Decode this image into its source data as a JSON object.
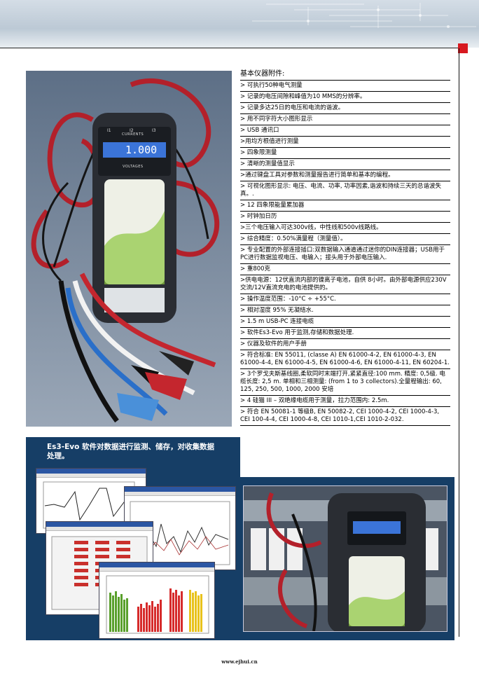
{
  "spec_title": "基本仪器附件:",
  "spec_items": [
    "> 可执行50种电气测量",
    "> 记录的电压间隙和峰值为10 MMS的分辨率。",
    "> 记录多达25日的电压和电流的谐波。",
    "> 用不同字符大小图形显示",
    "> USB 通讯口",
    ">用均方根值进行测量",
    "> 四象限测量",
    "> 清晰的测量值显示",
    ">通过键盘工具对参数和测量报告进行简单和基本的编程。",
    "> 可视化图形显示: 电压、电流、功率, 功率因素,谐波和持续三天的总谐波失真。.",
    "> 12 四象限能量累加器",
    "> 时钟加日历",
    ">三个电压输入可达300v线，中性线和500v线路线。",
    "> 综合精度：0.50%满量程（测量值）。",
    "> 专业配置的外部连接插口:双数据输入通道通过迷你的DIN连接器；USB用于PC进行数据监视电压、电输入；接头用于外部电压输入.",
    "> 重800克",
    ">供电电源：12伏直流内部的镍离子电池，自供 8小时。由外部电源供应230V交流/12V直流充电的电池提供的。",
    "> 操作温度范围：-10°C ÷ +55°C.",
    "> 相对湿度 95% 无凝结水.",
    "> 1.5 m USB-PC 连接电缆",
    "> 软件Es3-Evo 用于监测,存储和数据处理.",
    "> 仪器及软件的用户手册",
    "> 符合标准: EN 55011, (classe A) EN 61000-4-2, EN 61000-4-3, EN 61000-4-4, EN 61000-4-5, EN 61000-4-6, EN 61000-4-11, EN 60204-1.",
    "> 3个罗戈夫斯基线圈,柔软同时末端打开,紧紧直径:100 mm. 精度: 0,5级. 电缆长度: 2,5 m. 单相和三相测量: (from 1 to 3 collectors).全量程输出: 60, 125, 250, 500, 1000, 2000 安培",
    "> 4 硅猫 III – 双绝缘电缆用于测量，拉力范围内: 2.5m.",
    "> 符合 EN 50081-1 等级B, EN 50082-2, CEI 1000-4-2, CEI 1000-4-3, CEI 100-4-4, CEI 1000-4-8, CEI 1010-1,CEI 1010-2-032."
  ],
  "software_caption": "Es3-Evo 软件对数据进行监测、储存，对收集数据处理。",
  "device": {
    "display_value": "1.000",
    "currents_label": "CURRENTS",
    "voltages_label": "VOLTAGES",
    "phase_labels": [
      "I1",
      "I2",
      "I3"
    ]
  },
  "footer": "www.ejhui.cn",
  "colors": {
    "accent": "#d71920",
    "panel": "#163e66"
  }
}
